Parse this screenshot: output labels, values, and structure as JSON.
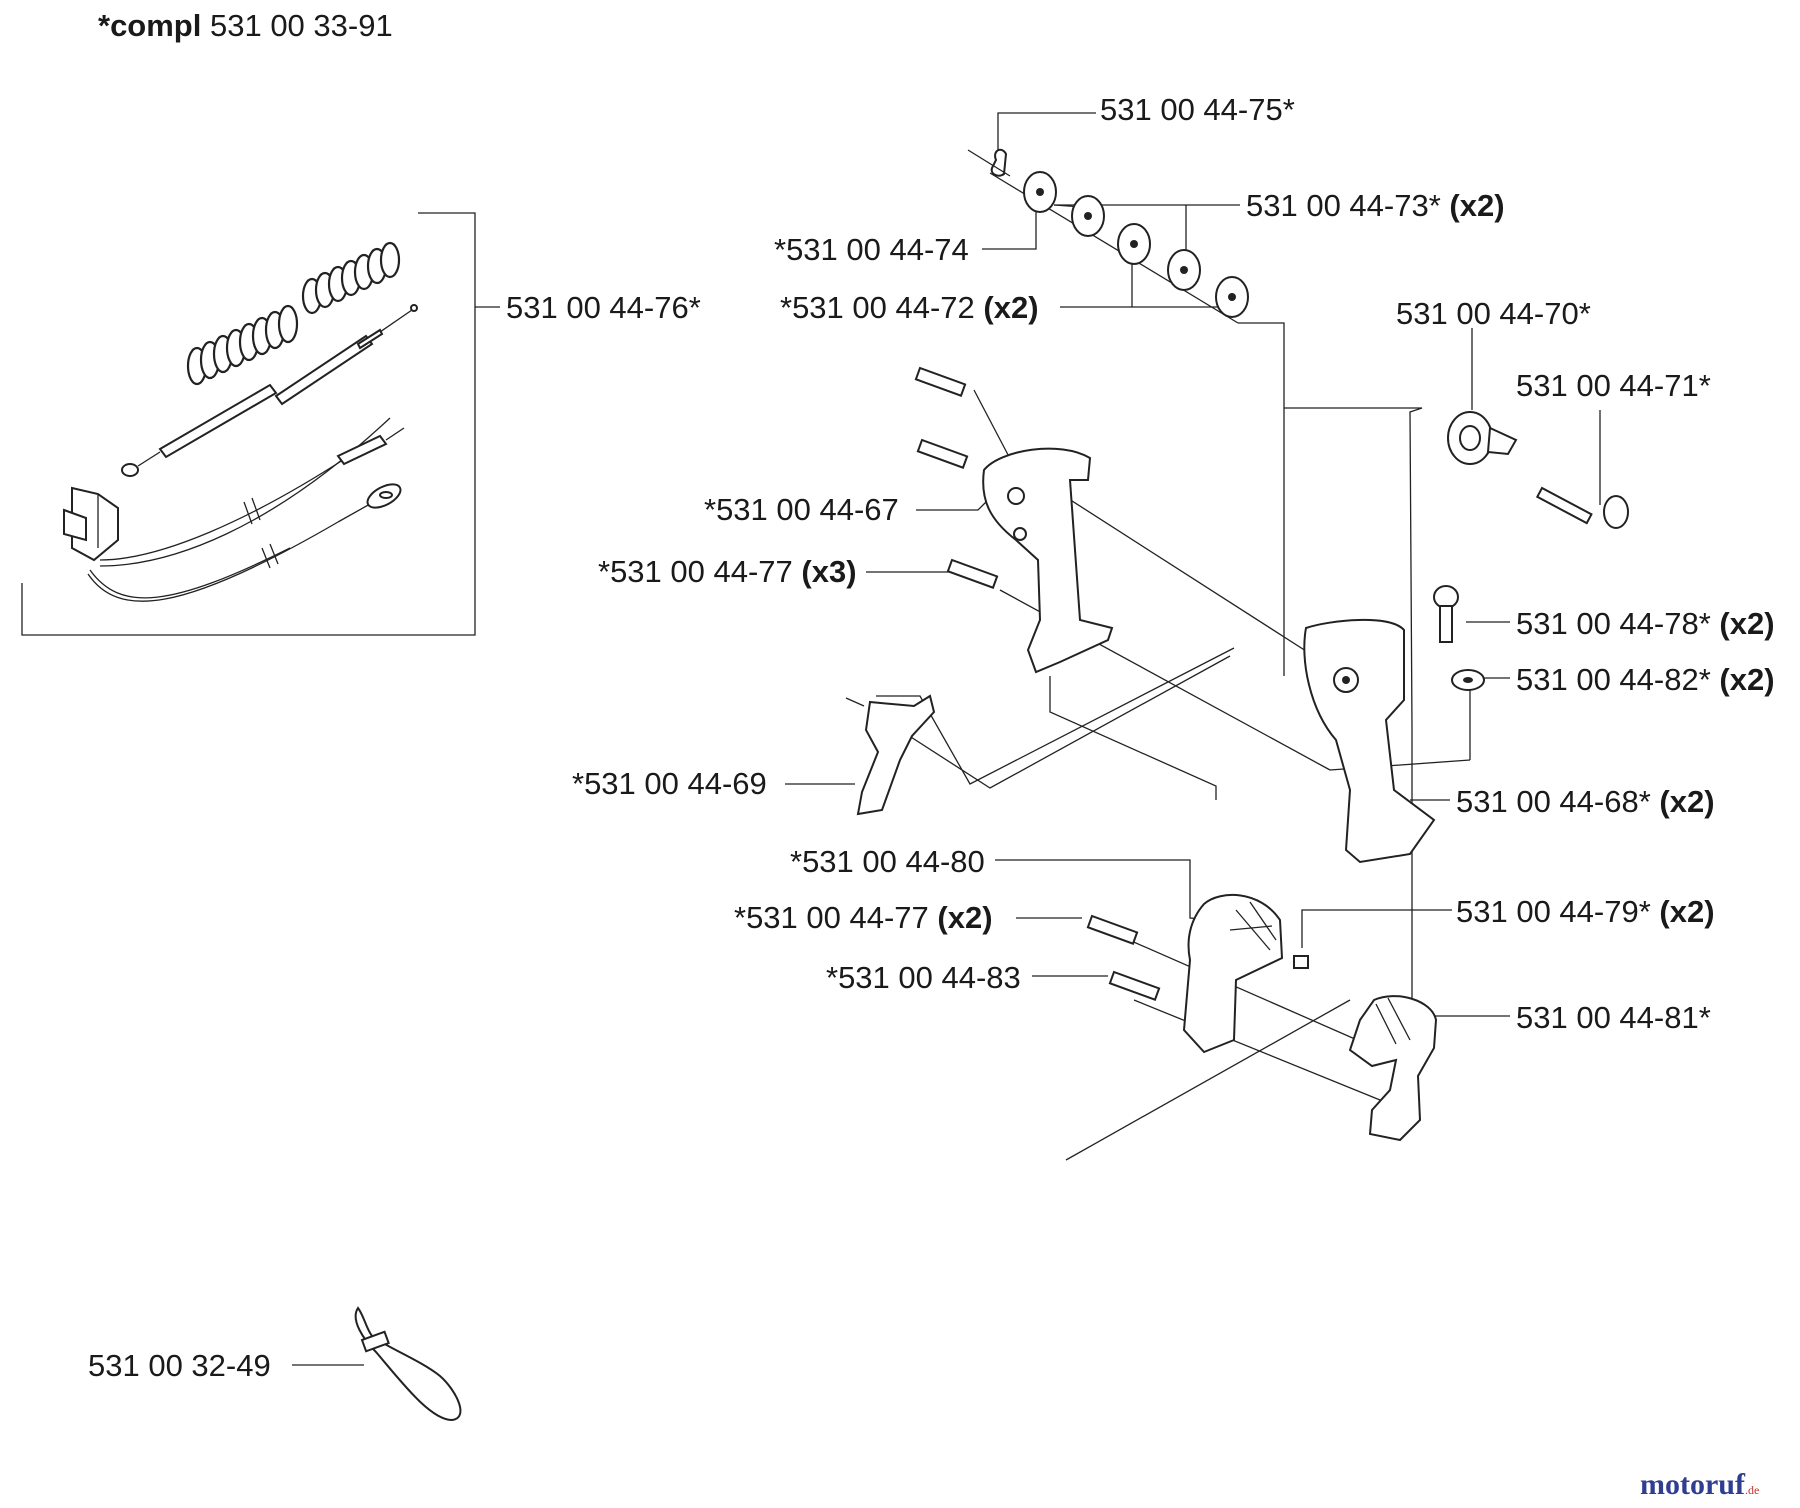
{
  "header": {
    "prefix": "*compl",
    "number": "531 00 33-91"
  },
  "parts": [
    {
      "id": "p75",
      "text": "531 00 44-75*",
      "qty": ""
    },
    {
      "id": "p73",
      "text": "531 00 44-73*",
      "qty": "(x2)"
    },
    {
      "id": "p74",
      "text": "*531 00 44-74",
      "qty": ""
    },
    {
      "id": "p76",
      "text": "531 00 44-76*",
      "qty": ""
    },
    {
      "id": "p72",
      "text": "*531 00 44-72",
      "qty": "(x2)"
    },
    {
      "id": "p70",
      "text": "531 00 44-70*",
      "qty": ""
    },
    {
      "id": "p71",
      "text": "531 00 44-71*",
      "qty": ""
    },
    {
      "id": "p67",
      "text": "*531 00 44-67",
      "qty": ""
    },
    {
      "id": "p77a",
      "text": "*531 00 44-77",
      "qty": "(x3)"
    },
    {
      "id": "p78",
      "text": "531 00 44-78*",
      "qty": "(x2)"
    },
    {
      "id": "p82",
      "text": "531 00 44-82*",
      "qty": "(x2)"
    },
    {
      "id": "p69",
      "text": "*531 00 44-69",
      "qty": ""
    },
    {
      "id": "p68",
      "text": "531 00 44-68*",
      "qty": "(x2)"
    },
    {
      "id": "p80",
      "text": "*531 00 44-80",
      "qty": ""
    },
    {
      "id": "p77b",
      "text": "*531 00 44-77",
      "qty": "(x2)"
    },
    {
      "id": "p79",
      "text": "531 00 44-79*",
      "qty": "(x2)"
    },
    {
      "id": "p83",
      "text": "*531 00 44-83",
      "qty": ""
    },
    {
      "id": "p81",
      "text": "531 00 44-81*",
      "qty": ""
    },
    {
      "id": "p3249",
      "text": "531 00 32-49",
      "qty": ""
    }
  ],
  "watermark": {
    "name": "motoruf",
    "suffix": ".de"
  }
}
